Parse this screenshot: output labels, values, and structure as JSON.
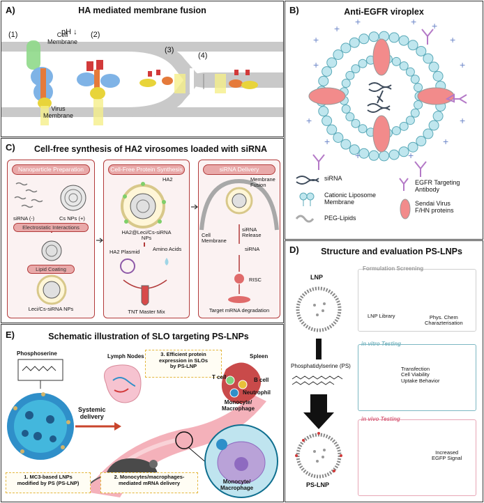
{
  "panelA": {
    "label": "A)",
    "title": "HA mediated membrane fusion",
    "step1": "(1)",
    "ph": "pH",
    "ph_arrow": "↓",
    "step2": "(2)",
    "step3": "(3)",
    "step4": "(4)",
    "cell_membrane": "Cell\nMembrane",
    "virus_membrane": "Virus\nMembrane"
  },
  "panelB": {
    "label": "B)",
    "title": "Anti-EGFR viroplex",
    "legend": {
      "sirna": "siRNA",
      "cationic": "Cationic Liposome\nMembrane",
      "peg": "PEG-Lipids",
      "egfr": "EGFR Targeting\nAntibody",
      "sendai": "Sendai Virus\nF/HN proteins"
    },
    "plus": "+"
  },
  "panelC": {
    "label": "C)",
    "title": "Cell-free synthesis of HA2 virosomes loaded with siRNA",
    "box1": {
      "header": "Nanoparticle Preparation",
      "sirna": "siRNA (-)",
      "cs": "Cs NPs (+)",
      "electro": "Electrostatic Interactions",
      "lipid": "Lipid Coating",
      "np": "Leci/Cs-siRNA NPs"
    },
    "box2": {
      "header": "Cell-Free Protein Synthesis",
      "ha2": "HA2",
      "nps": "HA2@Leci/Cs-siRNA\nNPs",
      "plasmid": "HA2 Plasmid",
      "amino": "Amino Acids",
      "tnt": "TNT Master Mix"
    },
    "box3": {
      "header": "siRNA Delivery",
      "fusion": "Membrane\nFusion",
      "cellmem": "Cell\nMembrane",
      "release": "siRNA\nRelease",
      "sirna": "siRNA",
      "risc": "RISC",
      "target": "Target mRNA degradation"
    }
  },
  "panelD": {
    "label": "D)",
    "title": "Structure and evaluation PS-LNPs",
    "lnp": "LNP",
    "ps": "Phosphatidylserine (PS)",
    "pslnp": "PS-LNP",
    "formulation": "Formulation Screening",
    "library": "LNP Library",
    "physchem": "Phys. Chem\nCharazterisation",
    "invitro": "in vitro Testing",
    "invitro_text": "Transfection\nCell Viability\nUptake Behavior",
    "invivo": "in vivo Testing",
    "invivo_text": "Increased\nEGFP Signal"
  },
  "panelE": {
    "label": "E)",
    "title": "Schematic illustration of SLO targeting PS-LNPs",
    "phosphoserine": "Phosphoserine",
    "lymph": "Lymph Nodes",
    "efficient": "3. Efficient protein\nexpression in SLOs\nby PS-LNP",
    "spleen": "Spleen",
    "tcell": "T cell",
    "bcell": "B cell",
    "neutrophil": "Neutrophil",
    "monocyte_mac": "Monocyte/\nMacrophage",
    "systemic": "Systemic\ndelivery",
    "mc3": "1. MC3-based LNPs\nmodified by PS (PS-LNP)",
    "mono_med": "2. Monocytes/macrophages-\nmediated mRNA delivery",
    "monocyte_circle": "Monocyte/\nMacrophage"
  },
  "colors": {
    "membrane": "#c9c9c9",
    "accent_red": "#b23a3a",
    "liposome_cyan": "#bfe6ee",
    "egfr_purple": "#b479c7",
    "plus_blue": "#6e88c9",
    "ha_red": "#d23a3a",
    "ha_yellow": "#e8d43a",
    "ha_blue": "#7fb3e6"
  }
}
